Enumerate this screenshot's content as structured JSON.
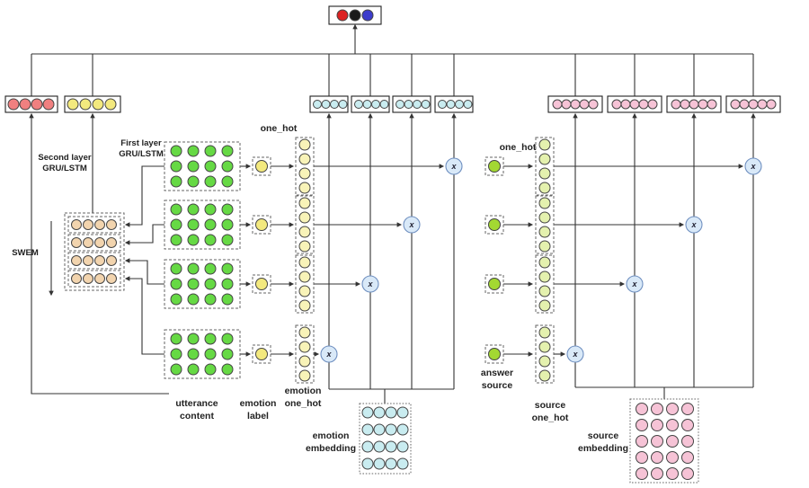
{
  "labels": {
    "second_layer": {
      "l1": "Second layer",
      "l2": "GRU/LSTM"
    },
    "first_layer": {
      "l1": "First layer",
      "l2": "GRU/LSTM"
    },
    "swem": "SWEM",
    "one_hot": "one_hot",
    "utterance": {
      "l1": "utterance",
      "l2": "content"
    },
    "emotion_label": {
      "l1": "emotion",
      "l2": "label"
    },
    "emotion_one_hot": {
      "l1": "emotion",
      "l2": "one_hot"
    },
    "emotion_embedding": {
      "l1": "emotion",
      "l2": "embedding"
    },
    "answer_source": {
      "l1": "answer",
      "l2": "source"
    },
    "source_one_hot": {
      "l1": "source",
      "l2": "one_hot"
    },
    "source_embedding": {
      "l1": "source",
      "l2": "embedding"
    },
    "multiply": "x"
  },
  "colors": {
    "line": "#333333",
    "circle_stroke": "#444444",
    "red": "#f08080",
    "yellow": "#f3e97e",
    "green": "#66d944",
    "tan": "#f2d4ae",
    "cyan": "#c9ecf0",
    "pink": "#f6c3d6",
    "pale_yellow": "#f8f3b8",
    "pale_green": "#e4f1ae",
    "yellow_green": "#a3d832",
    "node_fill": "#d9e9f8",
    "node_stroke": "#6f8fc0",
    "out_red": "#dd2222",
    "out_black": "#1a1a1a",
    "out_blue": "#3c3ccc"
  }
}
